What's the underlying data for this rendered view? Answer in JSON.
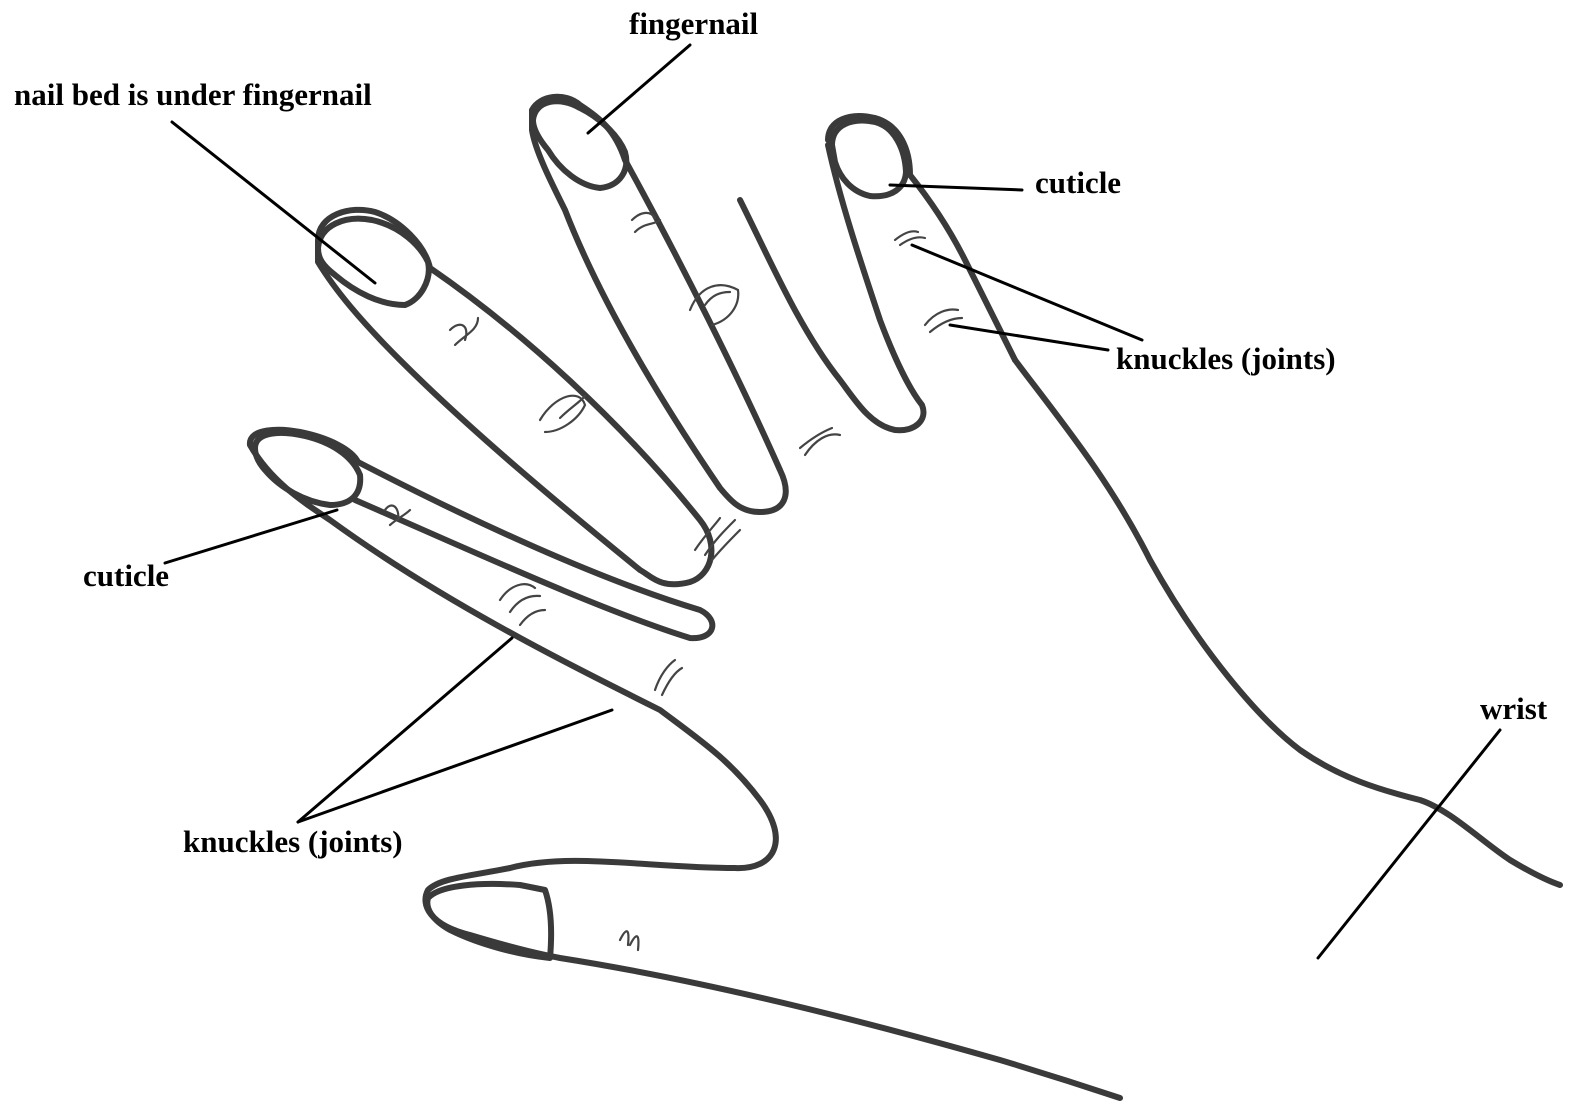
{
  "diagram": {
    "subject": "hand",
    "labels": {
      "fingernail": "fingernail",
      "nail_bed": "nail bed is under fingernail",
      "cuticle_right": "cuticle",
      "knuckles_right": "knuckles (joints)",
      "cuticle_left": "cuticle",
      "knuckles_left": "knuckles (joints)",
      "wrist": "wrist"
    },
    "colors": {
      "line": "#3a3a3a",
      "text": "#000000",
      "background": "#ffffff"
    }
  }
}
